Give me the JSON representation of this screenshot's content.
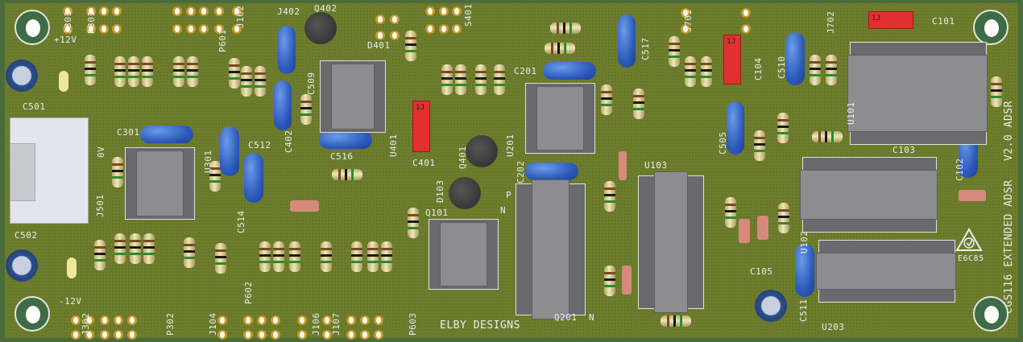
{
  "board": {
    "title": "CGS116 EXTENDED ADSR",
    "version": "V2.0 ADSR",
    "maker": "ELBY DESIGNS",
    "cert_code": "E6C85",
    "colors": {
      "pcb": "#6e7d2c",
      "silkscreen": "#e8eef0",
      "capacitor": "#2d5bbd",
      "tantalum": "#e03030",
      "ic": "#8d8d90"
    }
  },
  "labels": [
    "J301",
    "P301",
    "+12V",
    "P601",
    "J102",
    "J402",
    "Q402",
    "D401",
    "S401",
    "C501",
    "0V",
    "C301",
    "C509",
    "C402",
    "C512",
    "U301",
    "C516",
    "U401",
    "C401",
    "Q401",
    "C201",
    "U201",
    "C202",
    "C517",
    "J701",
    "C104",
    "C510",
    "J702",
    "C101",
    "U101",
    "C505",
    "C103",
    "C102",
    "U103",
    "C105",
    "C511",
    "U203",
    "U102",
    "Q201",
    "N",
    "P",
    "N",
    "Q101",
    "D103",
    "J501",
    "C514",
    "C502",
    "-12V",
    "J302",
    "P302",
    "J104",
    "P602",
    "J106",
    "J107",
    "P603"
  ],
  "tantalum_marks": [
    "1J",
    "1J",
    "1J"
  ]
}
